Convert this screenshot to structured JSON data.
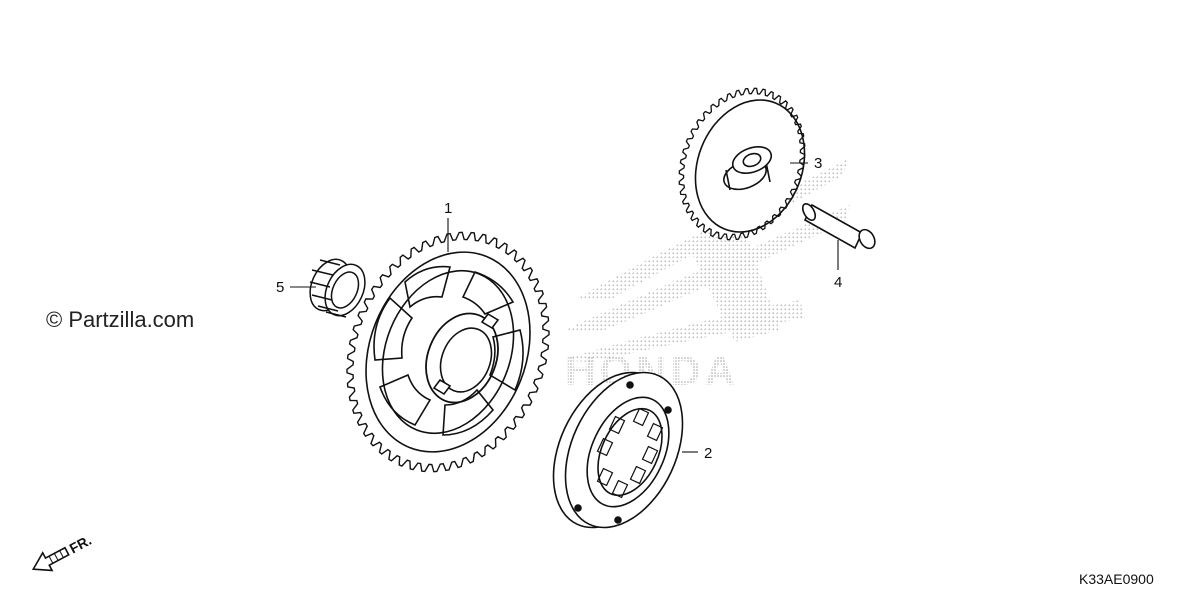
{
  "copyright": "© Partzilla.com",
  "diagram_code": "K33AE0900",
  "watermark": {
    "brand": "HONDA",
    "logo": "honda-wing-watermark"
  },
  "direction": {
    "label": "FR.",
    "icon": "front-direction-arrow-icon"
  },
  "parts": [
    {
      "callout": "1",
      "part": "starter-driven-gear"
    },
    {
      "callout": "2",
      "part": "starter-one-way-clutch"
    },
    {
      "callout": "3",
      "part": "starter-reduction-gear"
    },
    {
      "callout": "4",
      "part": "reduction-gear-shaft"
    },
    {
      "callout": "5",
      "part": "needle-bearing"
    }
  ],
  "colors": {
    "line": "#111111",
    "watermark": "#bdbdbd"
  }
}
